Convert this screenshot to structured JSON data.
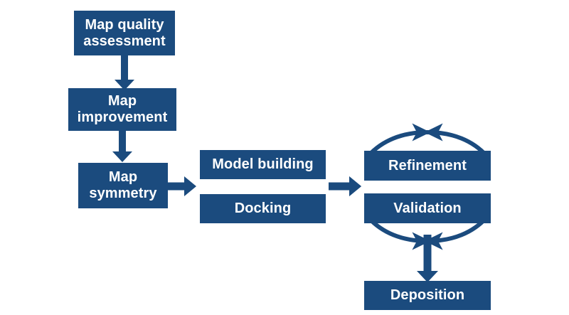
{
  "diagram": {
    "title": "Cryo-EM map-to-model workflow flowchart",
    "accent_color": "#1B4B7E",
    "background_color": "#FFFFFF",
    "text_color": "#FFFFFF",
    "nodes": [
      {
        "id": "map-quality-assessment",
        "label": "Map quality\nassessment"
      },
      {
        "id": "map-improvement",
        "label": "Map\nimprovement"
      },
      {
        "id": "map-symmetry",
        "label": "Map\nsymmetry"
      },
      {
        "id": "model-building",
        "label": "Model building"
      },
      {
        "id": "docking",
        "label": "Docking"
      },
      {
        "id": "refinement",
        "label": "Refinement"
      },
      {
        "id": "validation",
        "label": "Validation"
      },
      {
        "id": "deposition",
        "label": "Deposition"
      }
    ],
    "connectors": [
      {
        "id": "arrow-quality-to-improvement",
        "kind": "straight-down"
      },
      {
        "id": "arrow-improvement-to-symmetry",
        "kind": "straight-down"
      },
      {
        "id": "arrow-symmetry-to-building",
        "kind": "straight-right"
      },
      {
        "id": "arrow-building-to-refinement",
        "kind": "straight-right"
      },
      {
        "id": "arc-refinement-validation-top",
        "kind": "curved-cycle-top"
      },
      {
        "id": "arc-refinement-validation-bottom",
        "kind": "curved-cycle-bottom"
      },
      {
        "id": "arrow-validation-to-deposition",
        "kind": "straight-down"
      }
    ]
  }
}
